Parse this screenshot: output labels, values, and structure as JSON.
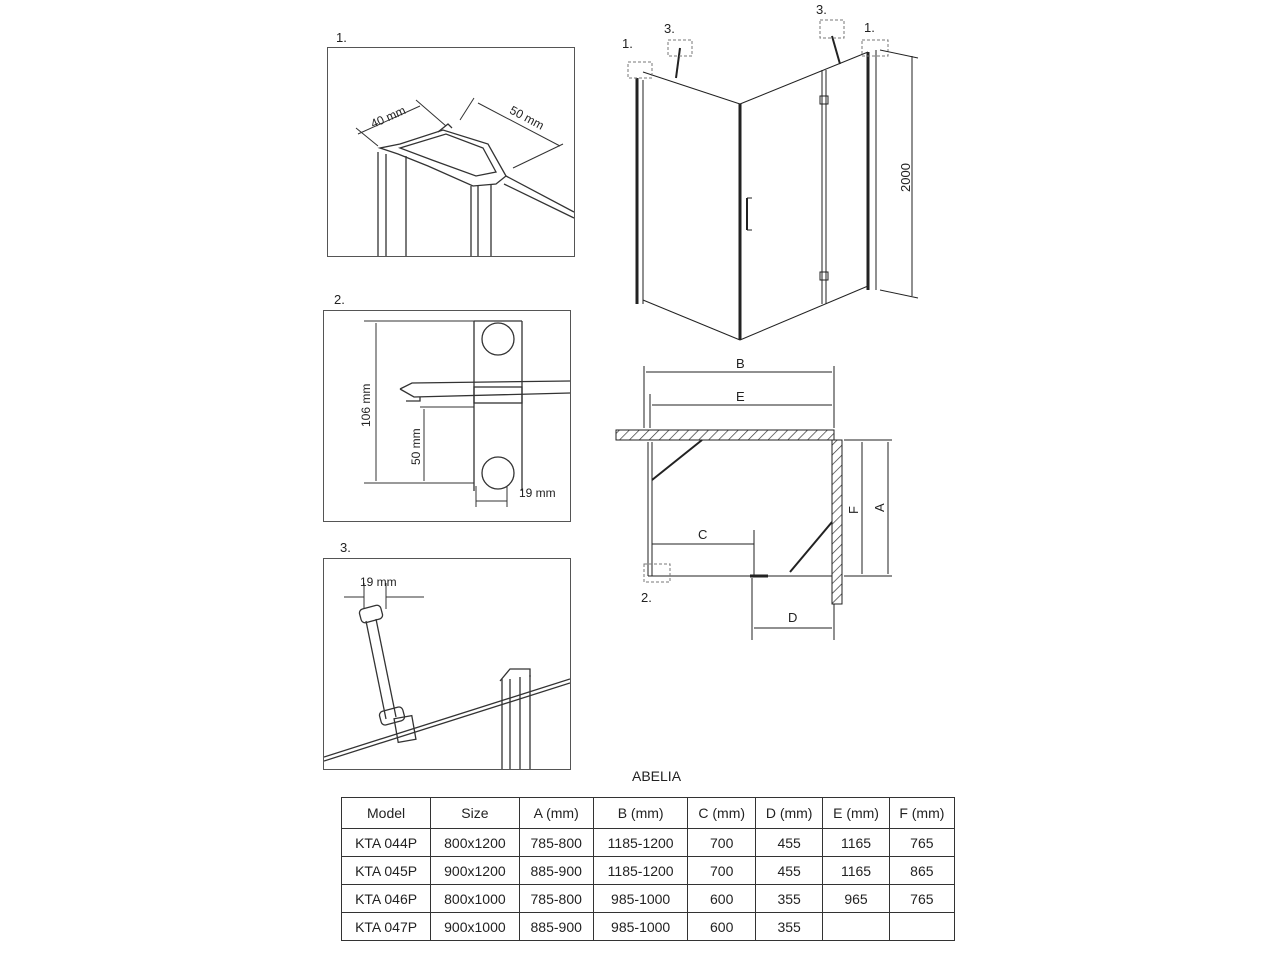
{
  "detail_1": {
    "number": "1.",
    "dim_a": "40 mm",
    "dim_b": "50 mm"
  },
  "detail_2": {
    "number": "2.",
    "dim_height": "106 mm",
    "dim_offset": "50 mm",
    "dim_width": "19 mm"
  },
  "detail_3": {
    "number": "3.",
    "dim_width": "19 mm"
  },
  "elevation": {
    "callout_1_left": "1.",
    "callout_3_left": "3.",
    "callout_3_right": "3.",
    "callout_1_right": "1.",
    "height": "2000"
  },
  "plan": {
    "dim_b": "B",
    "dim_e": "E",
    "dim_c": "C",
    "dim_d": "D",
    "dim_f": "F",
    "dim_a": "A",
    "callout_2": "2."
  },
  "table": {
    "title": "ABELIA",
    "headers": [
      "Model",
      "Size",
      "A (mm)",
      "B (mm)",
      "C (mm)",
      "D (mm)",
      "E (mm)",
      "F (mm)"
    ],
    "rows": [
      [
        "KTA 044P",
        "800x1200",
        "785-800",
        "1185-1200",
        "700",
        "455",
        "1165",
        "765"
      ],
      [
        "KTA 045P",
        "900x1200",
        "885-900",
        "1185-1200",
        "700",
        "455",
        "1165",
        "865"
      ],
      [
        "KTA 046P",
        "800x1000",
        "785-800",
        "985-1000",
        "600",
        "355",
        "965",
        "765"
      ],
      [
        "KTA 047P",
        "900x1000",
        "885-900",
        "985-1000",
        "600",
        "355",
        "",
        ""
      ]
    ]
  }
}
